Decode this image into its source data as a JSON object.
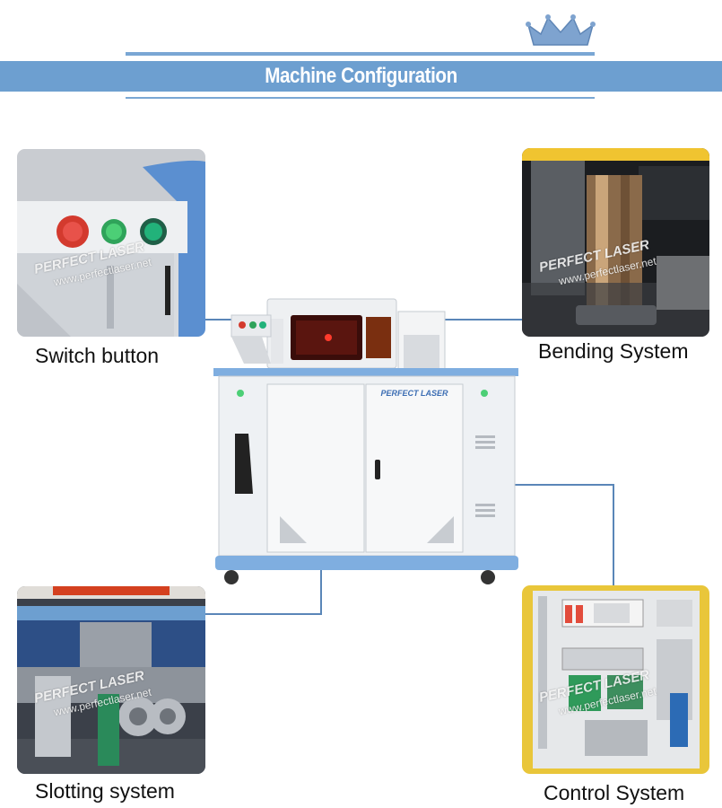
{
  "header": {
    "title": "Machine Configuration"
  },
  "watermark": {
    "brand": "PERFECT LASER",
    "url": "www.perfectlaser.net"
  },
  "machine": {
    "brand_plate": "PERFECT LASER"
  },
  "panels": [
    {
      "caption": "Switch button"
    },
    {
      "caption": "Bending System"
    },
    {
      "caption": "Slotting system"
    },
    {
      "caption": "Control System"
    }
  ],
  "colors": {
    "accent": "#6d9fd0",
    "connector": "#5a86b8"
  }
}
